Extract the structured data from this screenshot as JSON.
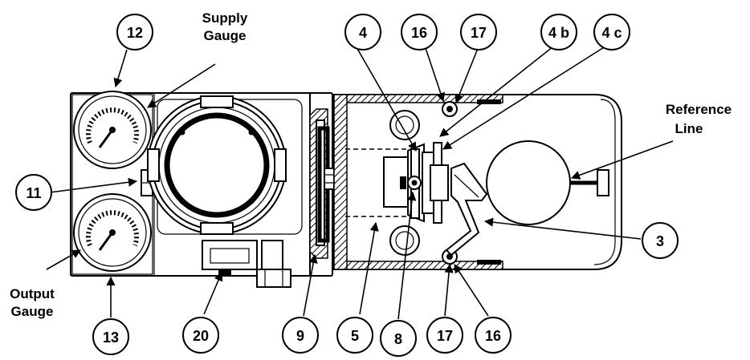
{
  "labels": {
    "supply_gauge": [
      "Supply",
      "Gauge"
    ],
    "output_gauge": [
      "Output",
      "Gauge"
    ],
    "reference_line": [
      "Reference",
      "Line"
    ]
  },
  "callouts": {
    "c12": "12",
    "c4": "4",
    "c16_top": "16",
    "c17_top": "17",
    "c4b": "4 b",
    "c4c": "4 c",
    "c11": "11",
    "c3": "3",
    "c13": "13",
    "c20": "20",
    "c9": "9",
    "c5": "5",
    "c8": "8",
    "c17_bottom": "17",
    "c16_bottom": "16"
  }
}
